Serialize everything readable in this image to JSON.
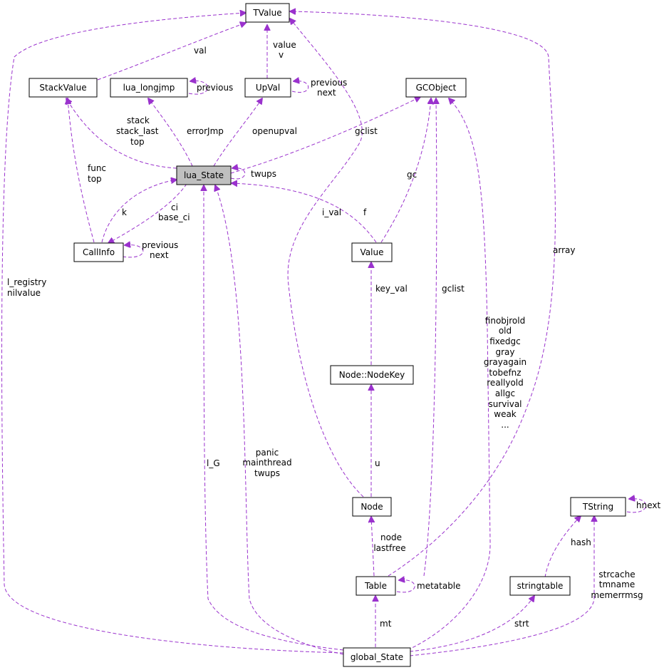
{
  "nodes": {
    "tvalue": "TValue",
    "stackvalue": "StackValue",
    "lua_longjmp": "lua_longjmp",
    "upval": "UpVal",
    "gcobject": "GCObject",
    "lua_state": "lua_State",
    "callinfo": "CallInfo",
    "value": "Value",
    "node_nodekey": "Node::NodeKey",
    "node": "Node",
    "tstring": "TString",
    "table": "Table",
    "stringtable": "stringtable",
    "global_state": "global_State"
  },
  "edge_labels": {
    "val": "val",
    "value_v": [
      "value",
      "v"
    ],
    "upval_prev_next": [
      "previous",
      "next"
    ],
    "longjmp_previous": "previous",
    "stack": [
      "stack",
      "stack_last",
      "top"
    ],
    "errorjmp": "errorJmp",
    "openupval": "openupval",
    "gclist_state": "gclist",
    "twups": "twups",
    "func_top": [
      "func",
      "top"
    ],
    "k": "k",
    "ci_base": [
      "ci",
      "base_ci"
    ],
    "callinfo_prev_next": [
      "previous",
      "next"
    ],
    "i_val": "i_val",
    "f": "f",
    "gc": "gc",
    "array": "array",
    "l_registry": [
      "l_registry",
      "nilvalue"
    ],
    "key_val": "key_val",
    "gclist_table": "gclist",
    "gc_lists": [
      "finobjrold",
      "old",
      "fixedgc",
      "gray",
      "grayagain",
      "tobefnz",
      "reallyold",
      "allgc",
      "survival",
      "weak",
      "..."
    ],
    "l_g": "l_G",
    "panic": [
      "panic",
      "mainthread",
      "twups"
    ],
    "u": "u",
    "hnext": "hnext",
    "node_lastfree": [
      "node",
      "lastfree"
    ],
    "hash": "hash",
    "metatable": "metatable",
    "strcache": [
      "strcache",
      "tmname",
      "memerrmsg"
    ],
    "mt": "mt",
    "strt": "strt"
  }
}
